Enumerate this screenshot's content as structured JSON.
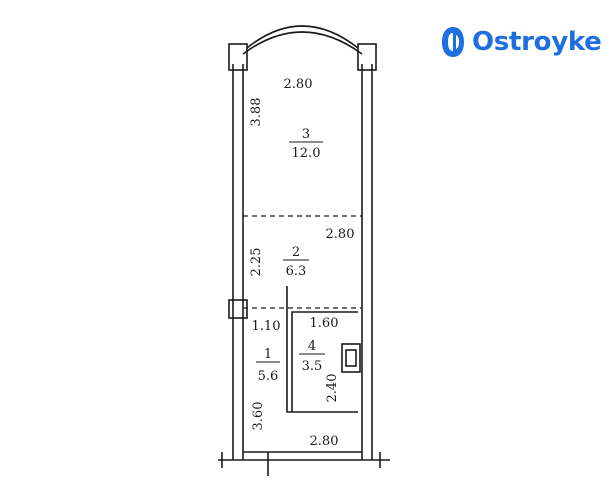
{
  "brand": {
    "name": "Ostroyke",
    "color": "#1f6fe0",
    "icon": "ostroyke-logo-icon"
  },
  "plan": {
    "rooms": [
      {
        "id": "room-3",
        "number": "3",
        "area": "12.0",
        "width_label": "2.80",
        "length_label": "3.88"
      },
      {
        "id": "room-2",
        "number": "2",
        "area": "6.3",
        "width_label": "2.80",
        "length_label": "2.25"
      },
      {
        "id": "room-1",
        "number": "1",
        "area": "5.6"
      },
      {
        "id": "room-4",
        "number": "4",
        "area": "3.5"
      }
    ],
    "dimensions": {
      "room1_upper": "1.10",
      "room1_lower": "3.60",
      "bathroom_width": "1.60",
      "bathroom_length": "2.40",
      "bottom_width": "2.80"
    },
    "line_color": "#1a1a1a"
  }
}
